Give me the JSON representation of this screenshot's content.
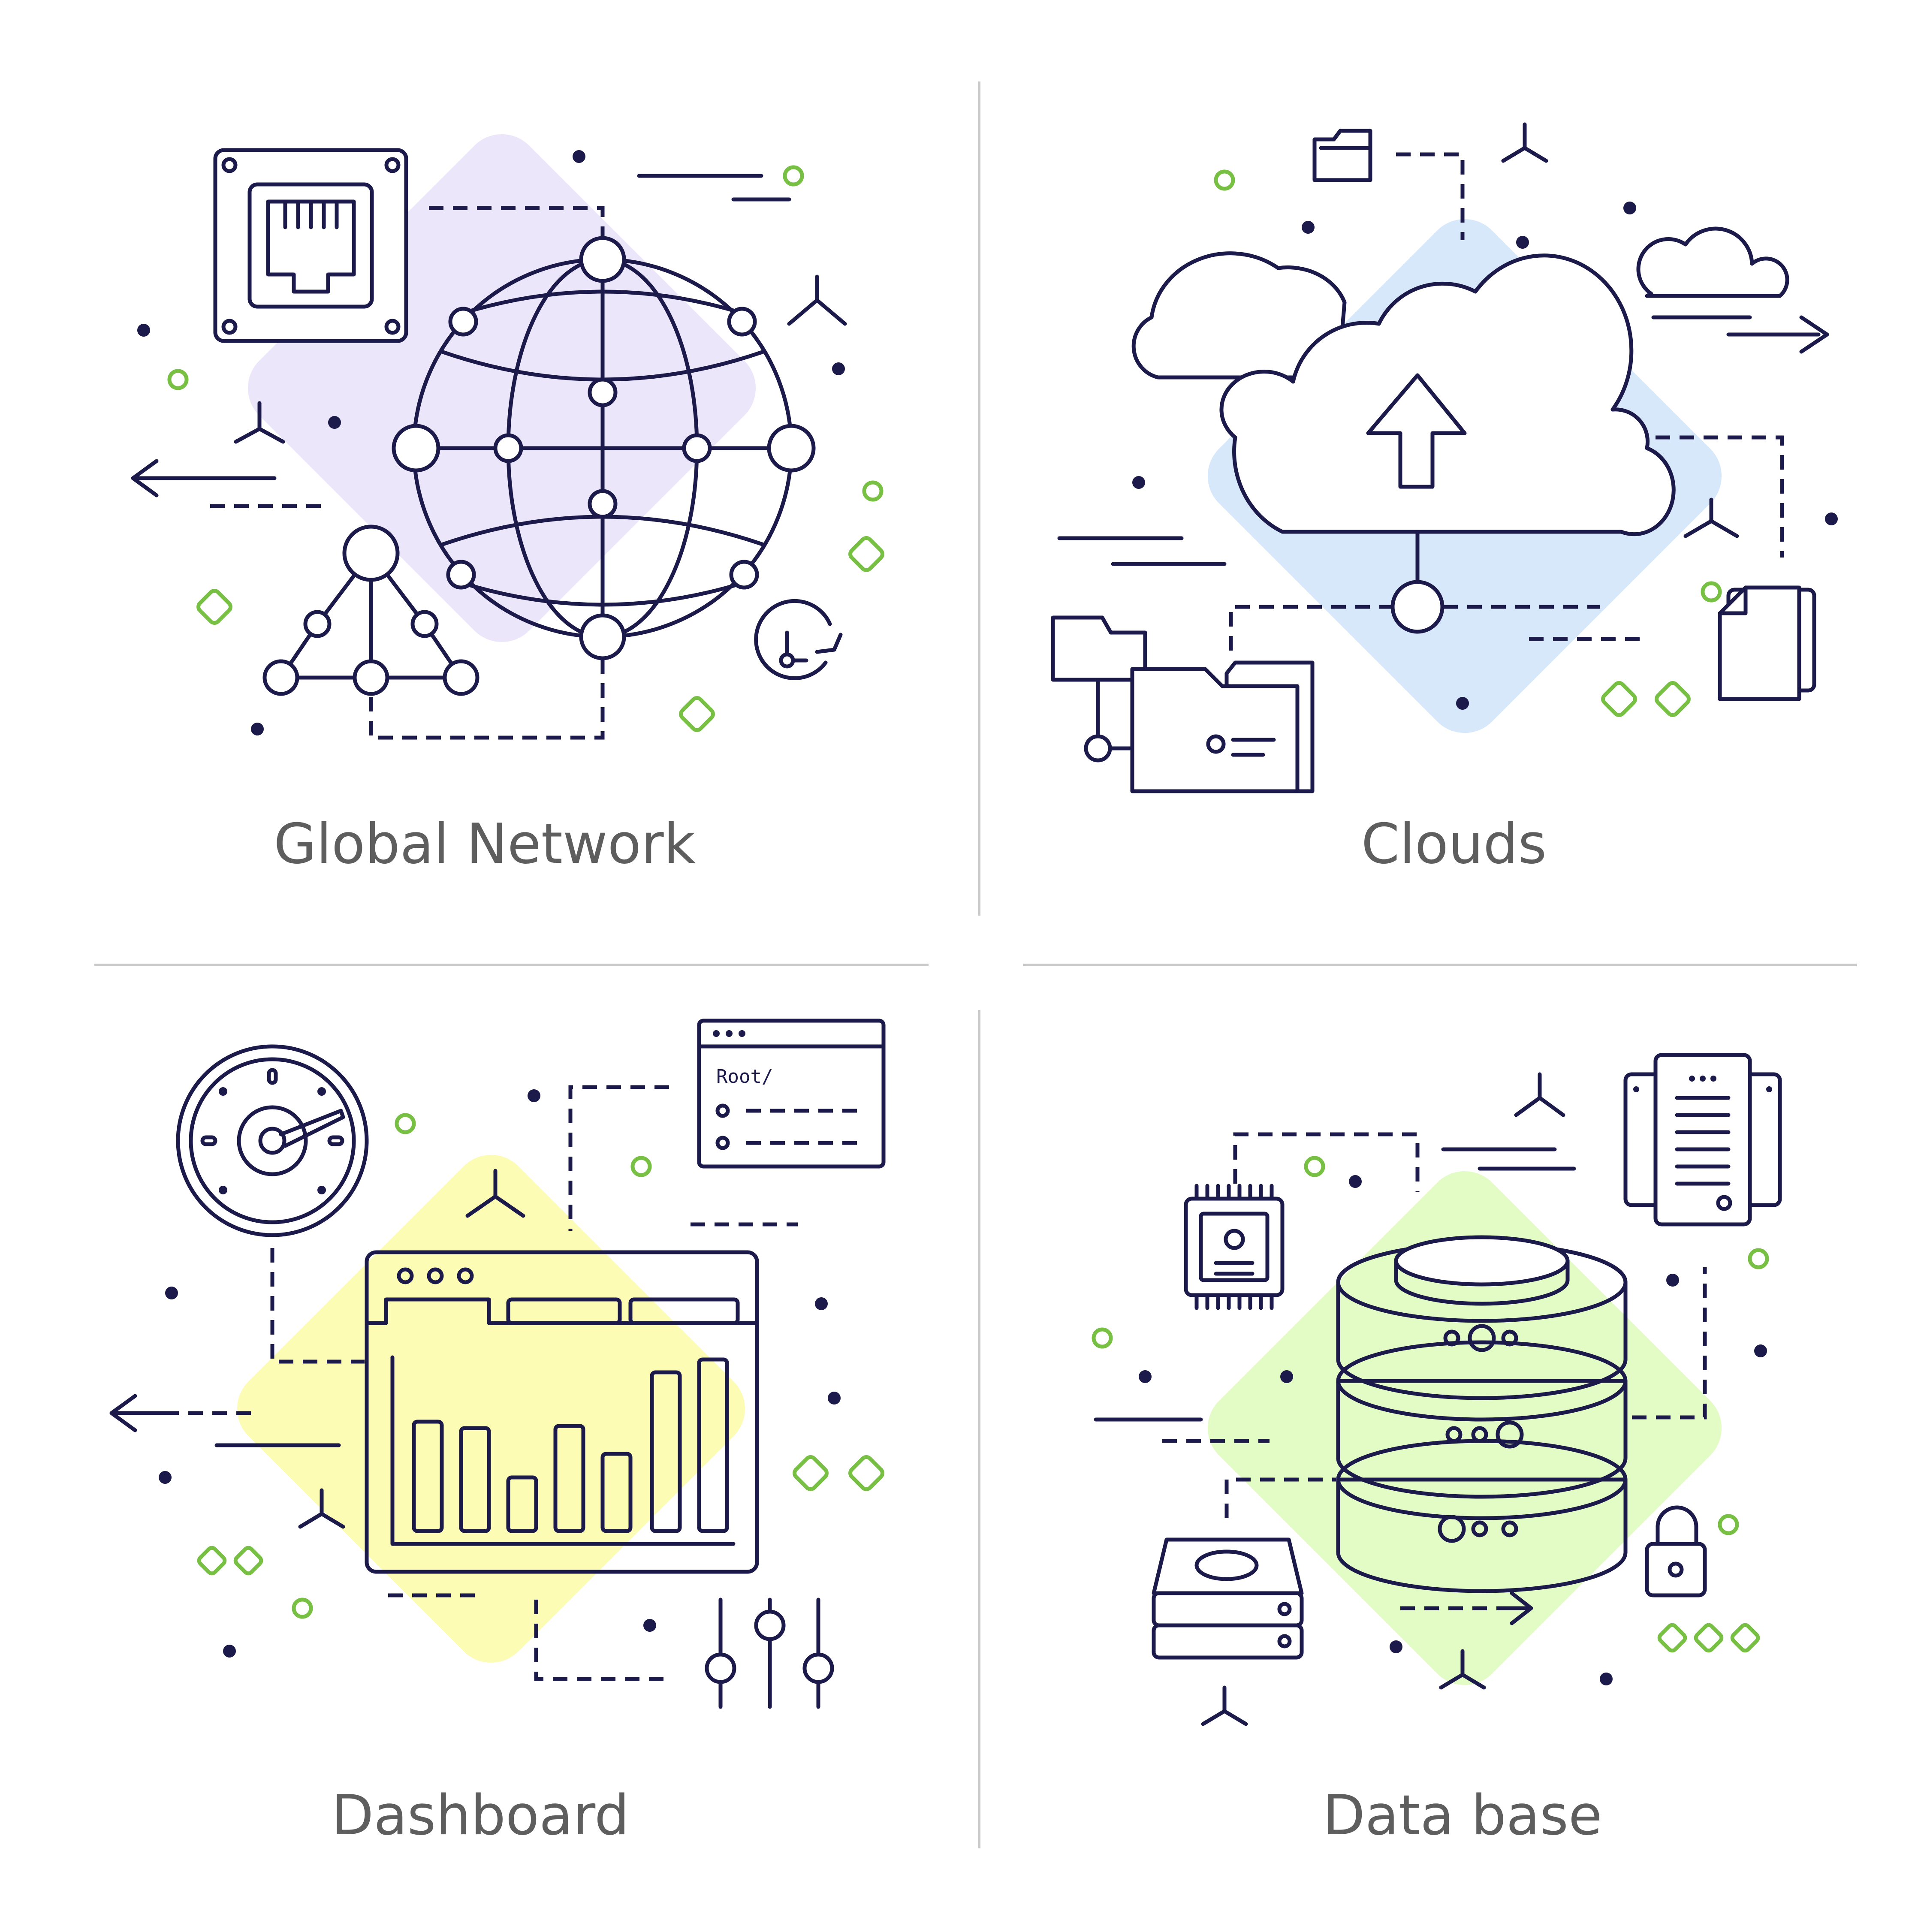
{
  "panels": {
    "global_network": {
      "title": "Global Network"
    },
    "clouds": {
      "title": "Clouds"
    },
    "dashboard": {
      "title": "Dashboard",
      "terminal_path": "Root/"
    },
    "database": {
      "title": "Data base"
    }
  },
  "colors": {
    "ink": "#1c1a4a",
    "accent_green": "#77c043",
    "purple_bg": "#ece6fb",
    "blue_bg": "#d8e8fb",
    "yellow_bg": "#fdfcb4",
    "green_bg": "#e3fcc6",
    "divider": "#c8c8c8",
    "caption": "#5e5e5e"
  },
  "icons": [
    "ethernet-port-icon",
    "globe-network-icon",
    "triangle-network-icon",
    "clock-refresh-icon",
    "cloud-upload-icon",
    "small-cloud-icon",
    "folder-icon",
    "documents-icon",
    "speedometer-icon",
    "terminal-window-icon",
    "bar-chart-window-icon",
    "sliders-icon",
    "database-icon",
    "cpu-chip-icon",
    "server-document-icon",
    "hard-drive-icon",
    "padlock-icon"
  ]
}
